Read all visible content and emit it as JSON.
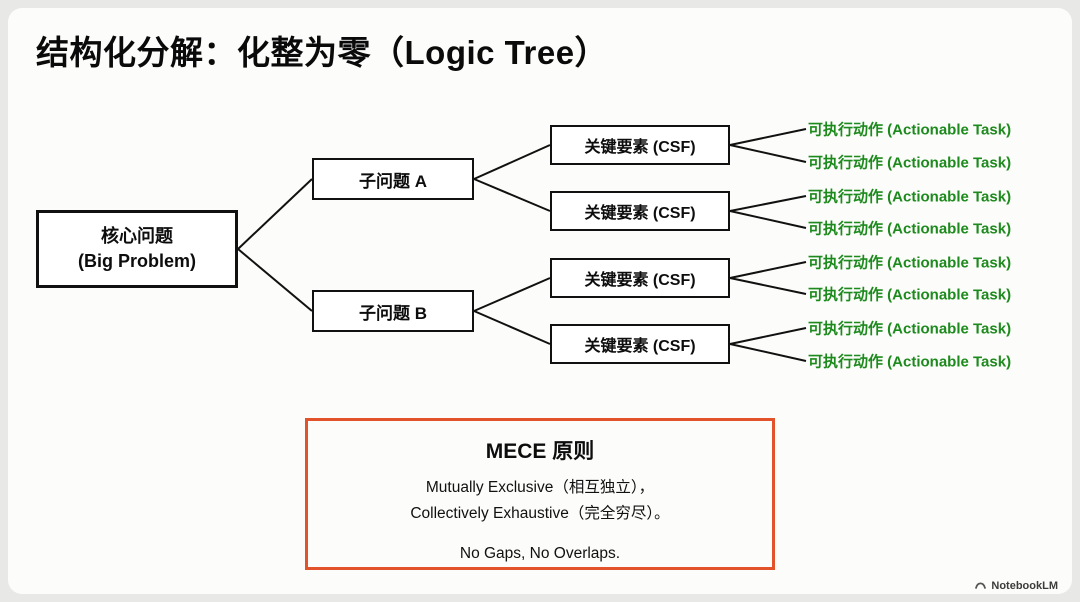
{
  "title": "结构化分解：化整为零（Logic Tree）",
  "tree": {
    "root": {
      "line1": "核心问题",
      "line2": "(Big Problem)"
    },
    "subs": [
      {
        "label": "子问题 A"
      },
      {
        "label": "子问题 B"
      }
    ],
    "csfs": [
      {
        "label": "关键要素 (CSF)"
      },
      {
        "label": "关键要素 (CSF)"
      },
      {
        "label": "关键要素 (CSF)"
      },
      {
        "label": "关键要素 (CSF)"
      }
    ],
    "tasks": [
      {
        "label": "可执行动作 (Actionable Task)"
      },
      {
        "label": "可执行动作 (Actionable Task)"
      },
      {
        "label": "可执行动作 (Actionable Task)"
      },
      {
        "label": "可执行动作 (Actionable Task)"
      },
      {
        "label": "可执行动作 (Actionable Task)"
      },
      {
        "label": "可执行动作 (Actionable Task)"
      },
      {
        "label": "可执行动作 (Actionable Task)"
      },
      {
        "label": "可执行动作 (Actionable Task)"
      }
    ]
  },
  "mece": {
    "title": "MECE 原则",
    "line1": "Mutually Exclusive（相互独立），",
    "line2": "Collectively Exhaustive（完全穷尽）。",
    "line3": "No Gaps, No Overlaps."
  },
  "footer": {
    "brand": "NotebookLM"
  },
  "colors": {
    "task_green": "#1d8a1d",
    "mece_orange": "#e2522b",
    "line_black": "#111111",
    "background": "#fcfcfa"
  }
}
